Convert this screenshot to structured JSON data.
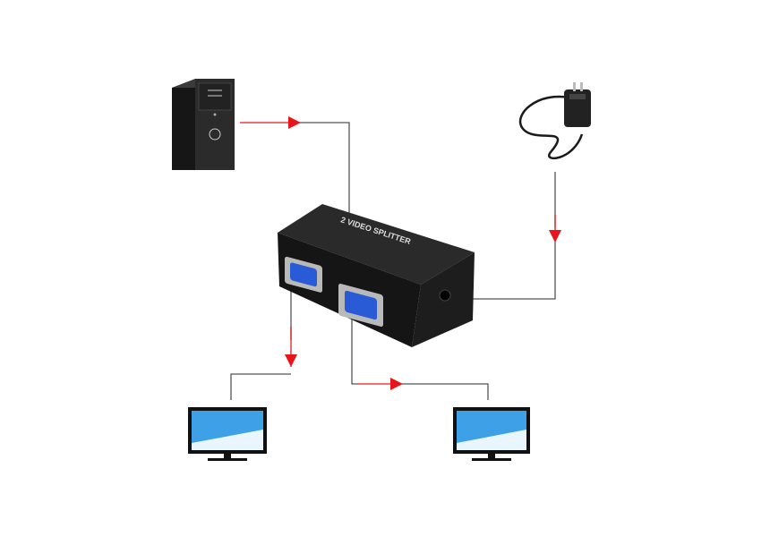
{
  "diagram": {
    "title": "VGA video splitter connection diagram",
    "device_label": "2 VIDEO SPLITTER",
    "nodes": [
      "computer",
      "power-adapter",
      "vga-splitter",
      "monitor-1",
      "monitor-2"
    ],
    "colors": {
      "arrow": "#e8161b",
      "line": "#555555",
      "device": "#1e1e1e",
      "port": "#2a5bd7"
    }
  }
}
